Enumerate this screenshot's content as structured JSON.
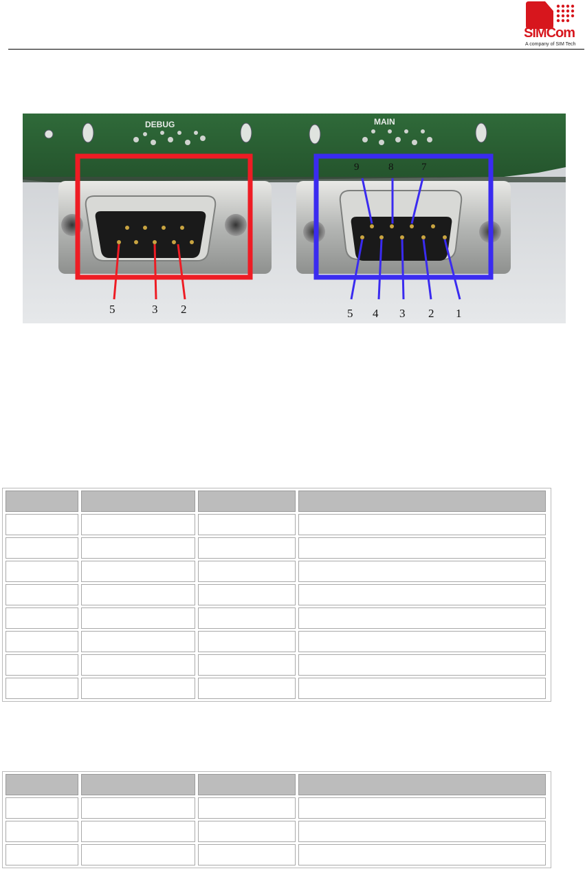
{
  "header": {
    "brand_sim": "SIM",
    "brand_com": "Com",
    "tagline": "A company of SIM Tech"
  },
  "photo": {
    "debug_label": "DEBUG",
    "main_label": "MAIN",
    "debug_pins": [
      "5",
      "3",
      "2"
    ],
    "main_top_pins": [
      "9",
      "8",
      "7"
    ],
    "main_bottom_pins": [
      "5",
      "4",
      "3",
      "2",
      "1"
    ],
    "debug_box_color": "#ee1c24",
    "main_box_color": "#3a2bf0"
  },
  "table1": {
    "rows": 9
  },
  "table2": {
    "rows": 4
  }
}
